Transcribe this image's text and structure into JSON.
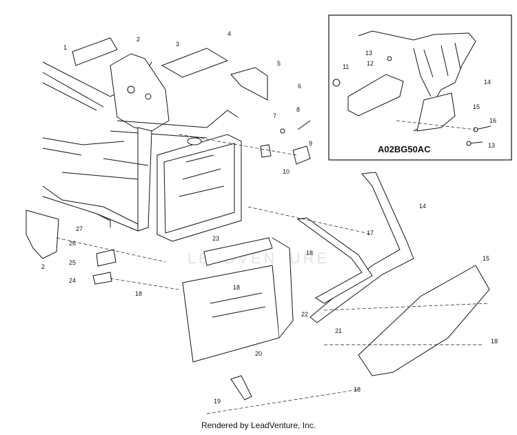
{
  "inset": {
    "title": "A02BG50AC",
    "callouts": [
      "11",
      "12",
      "13",
      "14",
      "15",
      "16",
      "13"
    ]
  },
  "callouts": [
    "1",
    "2",
    "3",
    "4",
    "5",
    "6",
    "7",
    "8",
    "9",
    "10",
    "27",
    "26",
    "25",
    "24",
    "2",
    "23",
    "18",
    "18",
    "22",
    "20",
    "18",
    "19",
    "14",
    "17",
    "15",
    "21",
    "18",
    "18"
  ],
  "watermark": "LEADVENTURE",
  "credit": "Rendered by LeadVenture, Inc."
}
